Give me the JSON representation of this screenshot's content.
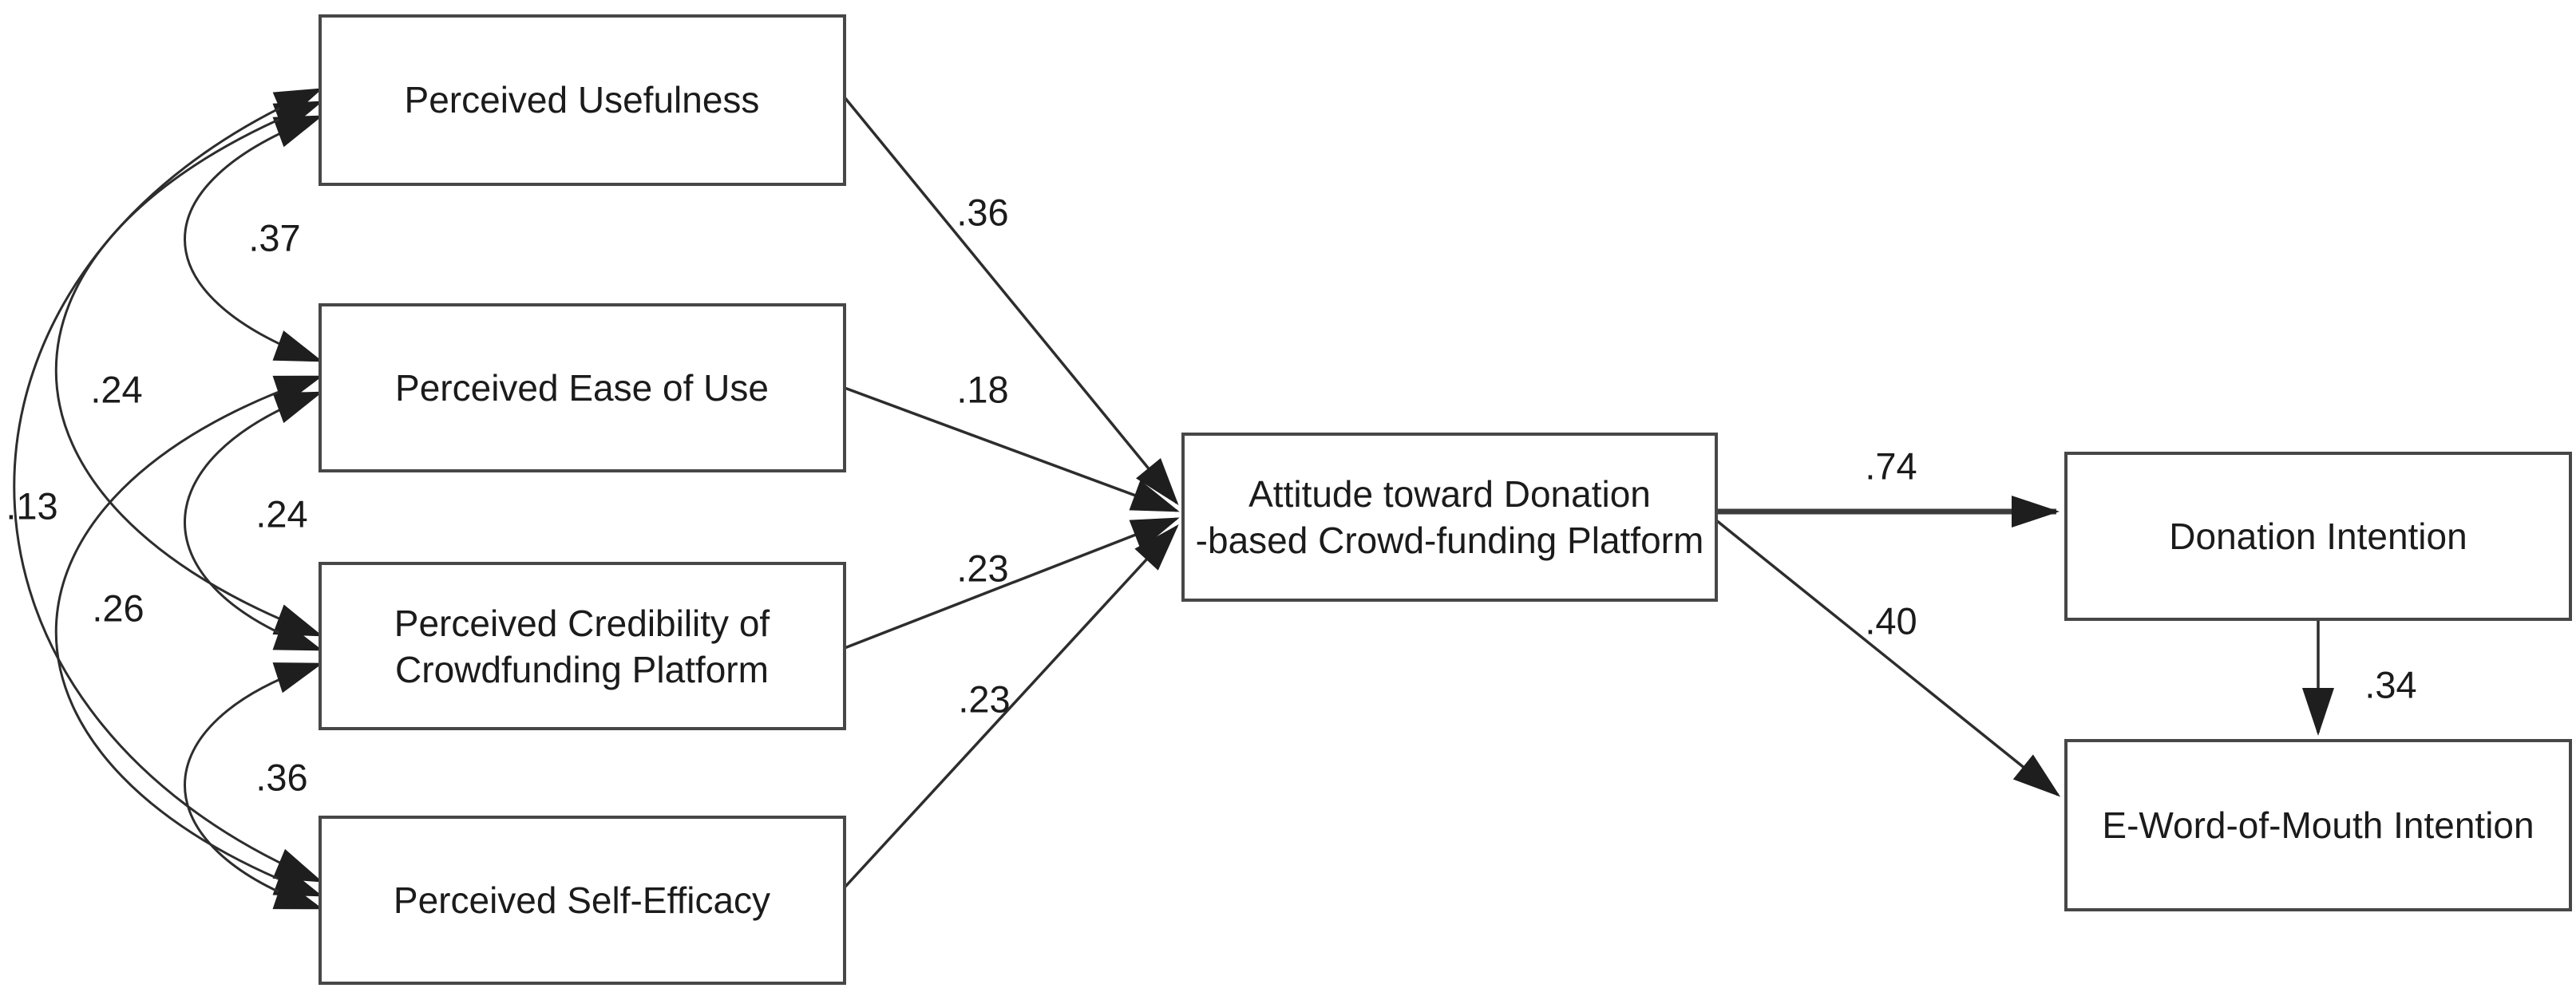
{
  "figure": {
    "background": "#ffffff",
    "line_color": "#2d2d2d",
    "box_border_color": "#474747",
    "box_fill": "#ffffff",
    "text_color": "#1b1b1b"
  },
  "nodes": {
    "perceived_usefulness": {
      "label": "Perceived Usefulness"
    },
    "perceived_ease_of_use": {
      "label": "Perceived Ease of Use"
    },
    "perceived_credibility": {
      "lines": [
        "Perceived Credibility of",
        "Crowdfunding Platform"
      ]
    },
    "perceived_self_efficacy": {
      "label": "Perceived Self-Efficacy"
    },
    "attitude": {
      "lines": [
        "Attitude toward Donation",
        "-based Crowd-funding Platform"
      ]
    },
    "donation_intention": {
      "label": "Donation Intention"
    },
    "ewom_intention": {
      "label": "E-Word-of-Mouth Intention"
    }
  },
  "path_coefficients": {
    "pu_to_attitude": ".36",
    "peou_to_attitude": ".18",
    "pcr_to_attitude": ".23",
    "pse_to_attitude": ".23",
    "attitude_to_donation": ".74",
    "attitude_to_ewom": ".40",
    "donation_to_ewom": ".34"
  },
  "covariances": {
    "pu_peou": ".37",
    "pu_pcr": ".24",
    "pu_pse": ".13",
    "peou_pcr": ".24",
    "peou_pse": ".26",
    "pcr_pse": ".36"
  }
}
